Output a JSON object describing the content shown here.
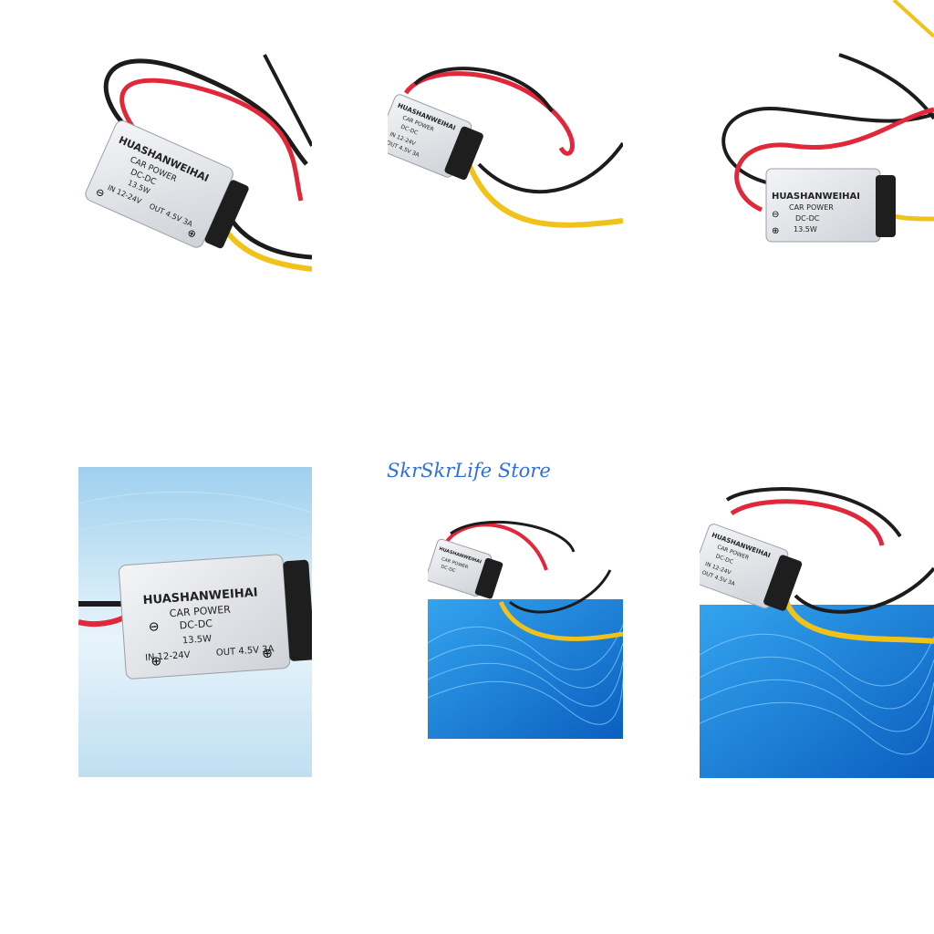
{
  "store_name": "SkrSkrLife Store",
  "product_label": {
    "brand": "HUASHANWEIHAI",
    "type": "CAR POWER",
    "converter": "DC-DC",
    "input": "IN 12-24V",
    "power": "13.5W",
    "output": "OUT 4.5V 3A"
  },
  "colors": {
    "wire_red": "#e0283a",
    "wire_black": "#1c1c1c",
    "wire_yellow": "#f0c21a",
    "module_body": "#e9eaee",
    "background_blue": "#1a7fd6",
    "store_text": "#2f6fd8"
  },
  "icons": [
    "plus-terminal-icon",
    "minus-terminal-icon"
  ]
}
